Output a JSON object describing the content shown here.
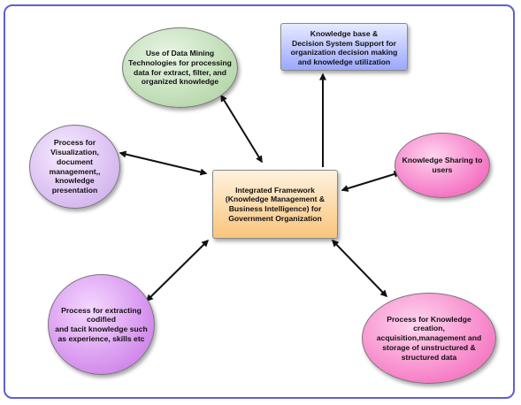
{
  "nodes": {
    "center": "Integrated Framework\n(Knowledge Management &\nBusiness Intelligence) for\nGovernment Organization",
    "top_right": "Knowledge base &\nDecision System Support for\norganization decision making\nand knowledge utilization",
    "top_left": "Use of Data Mining\nTechnologies for processing\ndata for  extract, filter, and\norganized knowledge",
    "left": "Process for\nVisualization,\ndocument\nmanagement,,\nknowledge\npresentation",
    "right": "Knowledge Sharing to\nusers",
    "bottom_left": "Process for extracting\ncodified\nand tacit knowledge such\nas experience, skills etc",
    "bottom_right": "Process for Knowledge\ncreation,\nacquisition,management and\nstorage of unstructured &\nstructured data"
  },
  "colors": {
    "frame": "#5e5ed6",
    "arrow": "#111111",
    "center_fill": "#f9c57c",
    "top_right_fill": "#9aa8ff",
    "top_left_fill": "#a7cf9a",
    "left_fill": "#c9a4ea",
    "right_fill": "#f04fb2",
    "bottom_left_fill": "#c56de5",
    "bottom_right_fill": "#f25bb5"
  }
}
